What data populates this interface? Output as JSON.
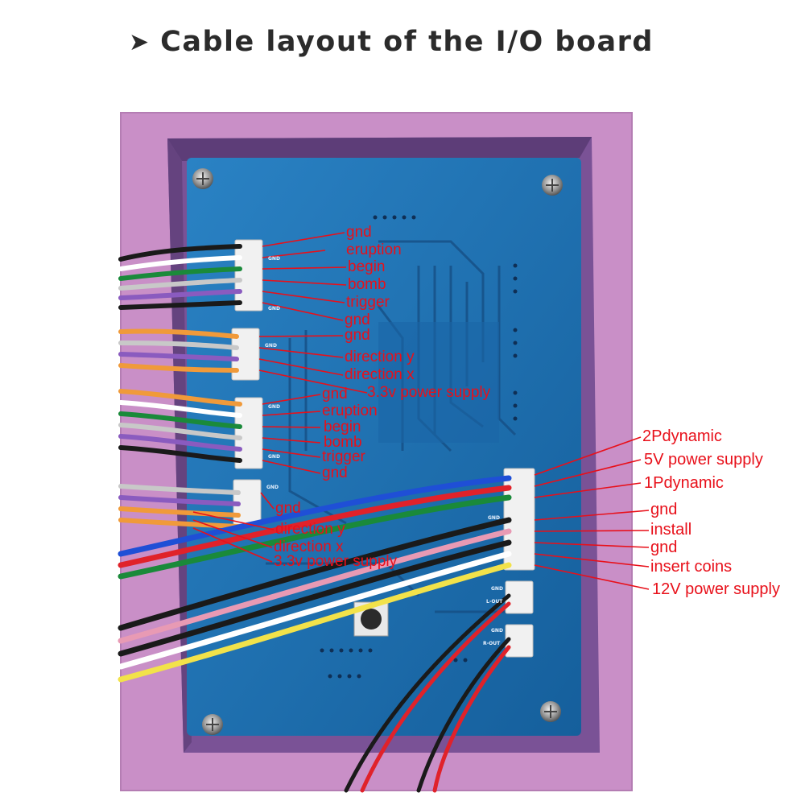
{
  "title": {
    "arrow_icon": "arrow-right-icon",
    "text": "Cable layout of the I/O board"
  },
  "colors": {
    "background": "#ffffff",
    "cabinet": "#c98fc7",
    "frame": "#6c4a86",
    "pcb": "#1d6fb0",
    "label": "#e8101a"
  },
  "connectors": {
    "j1": [
      "gnd",
      "eruption",
      "begin",
      "bomb",
      "trigger",
      "gnd"
    ],
    "j2": [
      "gnd",
      "direction y",
      "direction x",
      "3.3v power supply"
    ],
    "j3": [
      "gnd",
      "eruption",
      "begin",
      "bomb",
      "trigger",
      "gnd"
    ],
    "j4": [
      "gnd",
      "direction y",
      "direction x",
      "3.3v power supply"
    ],
    "j5": [
      "2Pdynamic",
      "5V power supply",
      "1Pdynamic",
      "gnd",
      "install",
      "gnd",
      "insert coins",
      "12V power supply"
    ]
  },
  "silkscreen": {
    "gnd": "GND",
    "l_out": "L-OUT",
    "r_out": "R-OUT"
  }
}
